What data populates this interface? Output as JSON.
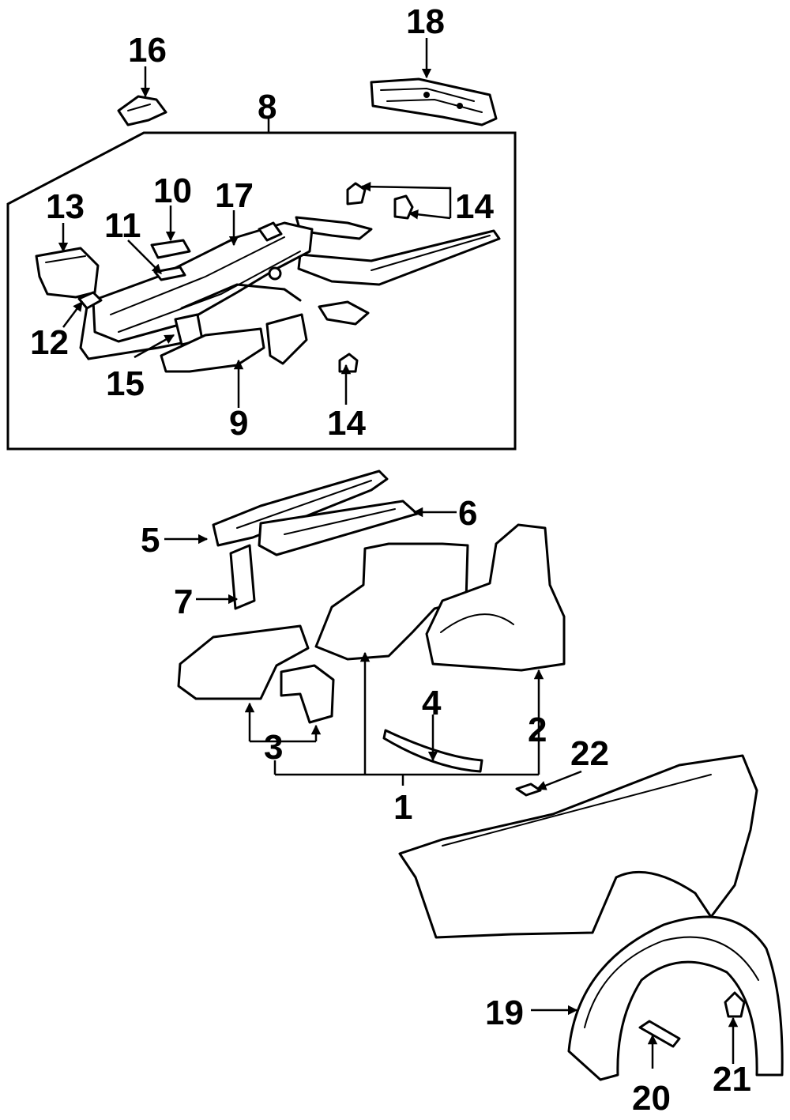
{
  "diagram": {
    "callouts": [
      {
        "id": "callout-1",
        "text": "1"
      },
      {
        "id": "callout-2",
        "text": "2"
      },
      {
        "id": "callout-3",
        "text": "3"
      },
      {
        "id": "callout-4",
        "text": "4"
      },
      {
        "id": "callout-5",
        "text": "5"
      },
      {
        "id": "callout-6",
        "text": "6"
      },
      {
        "id": "callout-7",
        "text": "7"
      },
      {
        "id": "callout-8",
        "text": "8"
      },
      {
        "id": "callout-9",
        "text": "9"
      },
      {
        "id": "callout-10",
        "text": "10"
      },
      {
        "id": "callout-11",
        "text": "11"
      },
      {
        "id": "callout-12",
        "text": "12"
      },
      {
        "id": "callout-13",
        "text": "13"
      },
      {
        "id": "callout-14a",
        "text": "14"
      },
      {
        "id": "callout-14b",
        "text": "14"
      },
      {
        "id": "callout-15",
        "text": "15"
      },
      {
        "id": "callout-16",
        "text": "16"
      },
      {
        "id": "callout-17",
        "text": "17"
      },
      {
        "id": "callout-18",
        "text": "18"
      },
      {
        "id": "callout-19",
        "text": "19"
      },
      {
        "id": "callout-20",
        "text": "20"
      },
      {
        "id": "callout-21",
        "text": "21"
      },
      {
        "id": "callout-22",
        "text": "22"
      }
    ],
    "colors": {
      "line": "#000000",
      "background": "#ffffff"
    }
  }
}
